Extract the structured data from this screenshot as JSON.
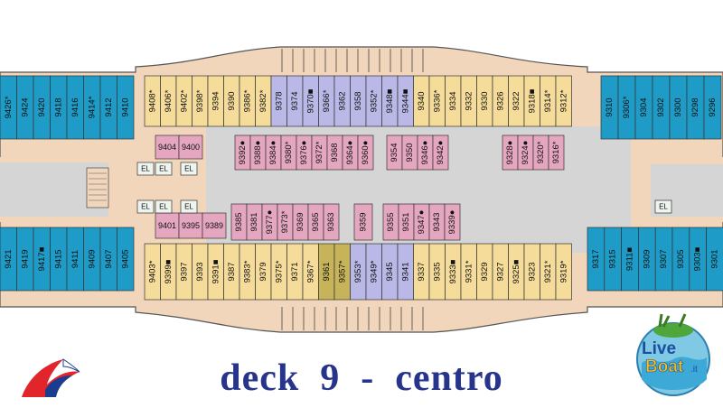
{
  "title": "deck  9  -  centro",
  "brand": {
    "logo_text_1": "Live",
    "logo_text_2": "Boat",
    "logo_suffix": ".it"
  },
  "colors": {
    "blue": "#1e9bc6",
    "yellow": "#f6dc9a",
    "lavender": "#b9b8e6",
    "pink": "#e5a7c0",
    "olive": "#c7b45a",
    "corridor": "#d5d5d5",
    "hull": "#f2d6bc",
    "caption": "#27348b"
  },
  "decks": {
    "top_outer_blue_left": [
      "9426*",
      "9424",
      "9420",
      "9418",
      "9416",
      "9414*",
      "9412",
      "9410"
    ],
    "top_outer_yellow": [
      "9408*",
      "9406*",
      "9402*",
      "9398*",
      "9394",
      "9390",
      "9386*",
      "9382*",
      "9378",
      "9374",
      "9370■",
      "9366*",
      "9362",
      "9358",
      "9352*",
      "9348■",
      "9344■",
      "9340",
      "9336*",
      "9334",
      "9332",
      "9330",
      "9326",
      "9322",
      "9318■",
      "9314*",
      "9312*"
    ],
    "top_outer_blue_right": [
      "9310",
      "9306*",
      "9304",
      "9302",
      "9300",
      "9298",
      "9296"
    ],
    "top_inner_small": [
      "9404",
      "9400"
    ],
    "top_inner_pink_a": [
      "9392●",
      "9388●",
      "9384●",
      "9380*",
      "9376●",
      "9372*",
      "9368",
      "9364●",
      "9360●"
    ],
    "top_inner_pink_b": [
      "9354",
      "9350",
      "9346●",
      "9342●"
    ],
    "top_inner_pink_c": [
      "9328●",
      "9324●",
      "9320*",
      "9316*"
    ],
    "bot_inner_small": [
      "9401",
      "9395",
      "9389"
    ],
    "bot_inner_pink_a": [
      "9385",
      "9381",
      "9377●",
      "9373*",
      "9369",
      "9365",
      "9363"
    ],
    "bot_inner_single": [
      "9359"
    ],
    "bot_inner_pink_b": [
      "9355",
      "9351",
      "9347●",
      "9343",
      "9339●"
    ],
    "bot_outer_blue_left": [
      "9421",
      "9419",
      "9417■",
      "9415",
      "9411",
      "9409",
      "9407",
      "9405"
    ],
    "bot_outer_yellow": [
      "9403*",
      "9399■",
      "9397",
      "9393",
      "9391■",
      "9387",
      "9383*",
      "9379",
      "9375*",
      "9371",
      "9367*",
      "9361",
      "9357*",
      "9353*",
      "9349*",
      "9345",
      "9341",
      "9337",
      "9335",
      "9333■",
      "9331*",
      "9329",
      "9327",
      "9325■",
      "9323",
      "9321*",
      "9319*"
    ],
    "bot_outer_blue_right": [
      "9317",
      "9315",
      "9311■",
      "9309",
      "9307",
      "9305",
      "9303■",
      "9301"
    ],
    "el_labels": [
      "EL",
      "EL",
      "EL",
      "EL",
      "EL",
      "EL",
      "EL"
    ]
  }
}
